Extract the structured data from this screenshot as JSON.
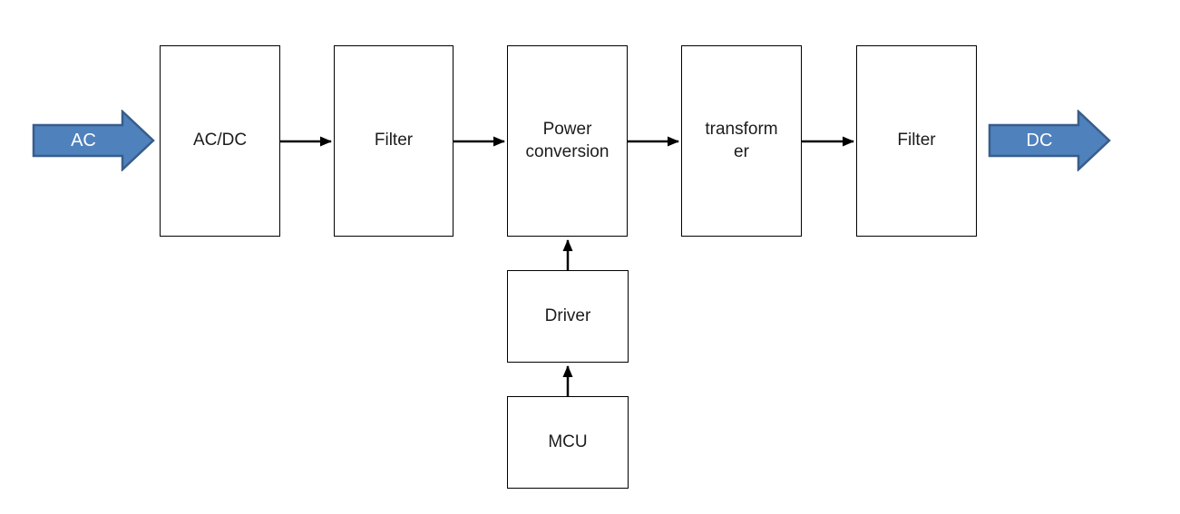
{
  "diagram": {
    "background_color": "#ffffff",
    "colors": {
      "box_fill": "#ffffff",
      "box_border": "#000000",
      "connector": "#000000",
      "flow_arrow_fill": "#4f81bd",
      "flow_arrow_border": "#385d8a",
      "flow_arrow_text": "#ffffff",
      "box_text": "#1c1c1c"
    },
    "input_arrow": {
      "label": "AC"
    },
    "output_arrow": {
      "label": "DC"
    },
    "boxes": {
      "ac_dc": {
        "label": "AC/DC",
        "lines": [
          "AC/DC"
        ]
      },
      "filter_in": {
        "label": "Filter",
        "lines": [
          "Filter"
        ]
      },
      "power_conversion": {
        "label": "Power conversion",
        "lines": [
          "Power",
          "conversion"
        ]
      },
      "transformer": {
        "label": "transformer",
        "lines": [
          "transform",
          "er"
        ]
      },
      "filter_out": {
        "label": "Filter",
        "lines": [
          "Filter"
        ]
      },
      "driver": {
        "label": "Driver",
        "lines": [
          "Driver"
        ]
      },
      "mcu": {
        "label": "MCU",
        "lines": [
          "MCU"
        ]
      }
    },
    "connections": [
      {
        "from": "AC",
        "to": "AC/DC"
      },
      {
        "from": "AC/DC",
        "to": "Filter"
      },
      {
        "from": "Filter",
        "to": "Power conversion"
      },
      {
        "from": "Power conversion",
        "to": "transformer"
      },
      {
        "from": "transformer",
        "to": "Filter"
      },
      {
        "from": "Filter",
        "to": "DC"
      },
      {
        "from": "Driver",
        "to": "Power conversion"
      },
      {
        "from": "MCU",
        "to": "Driver"
      }
    ]
  }
}
